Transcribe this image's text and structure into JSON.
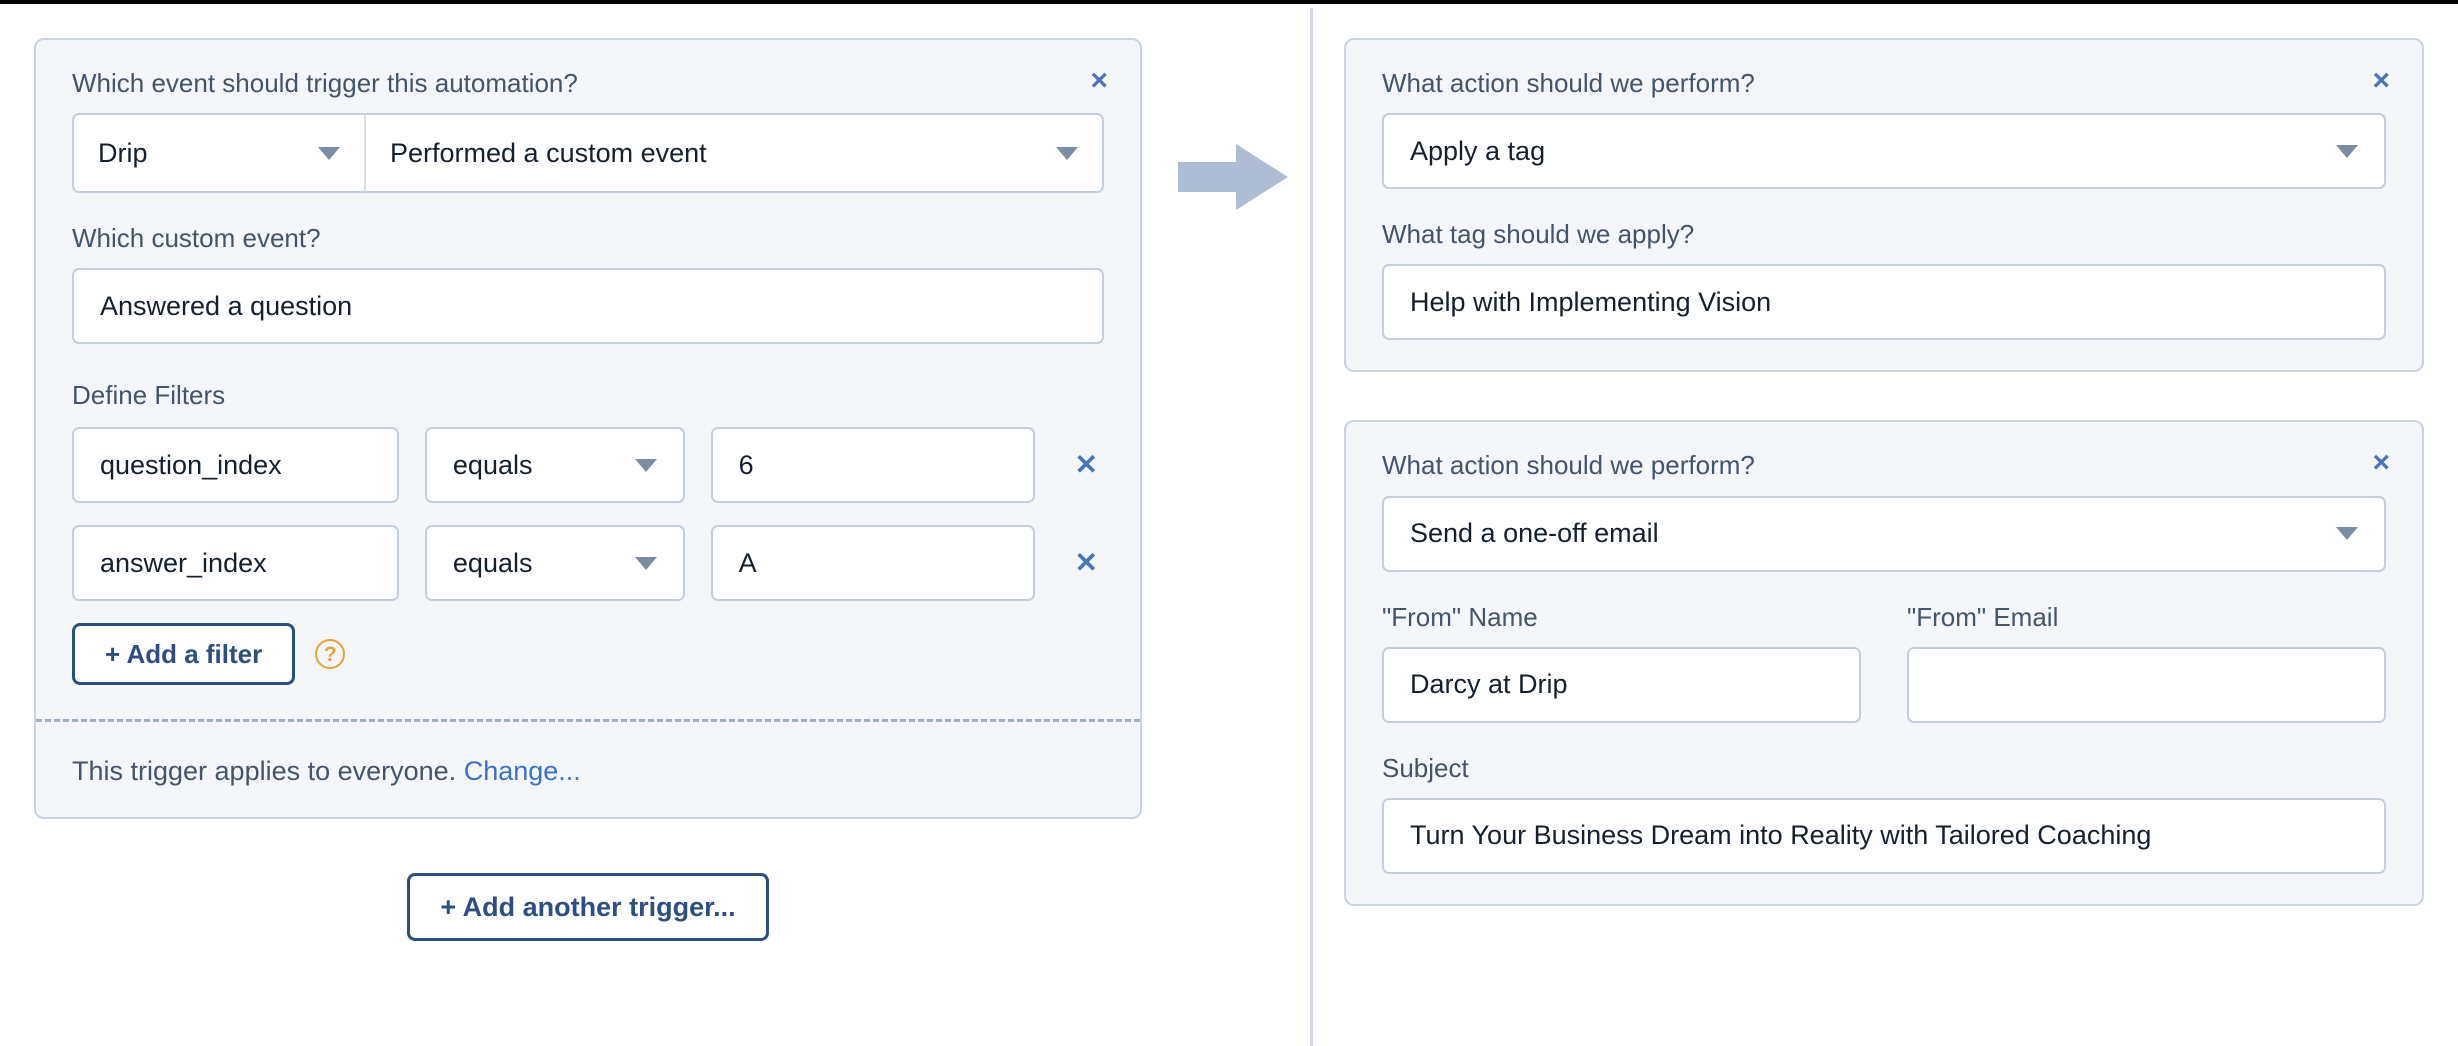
{
  "trigger": {
    "close_label": "×",
    "question": "Which event should trigger this automation?",
    "provider": "Drip",
    "event": "Performed a custom event",
    "custom_event_label": "Which custom event?",
    "custom_event_value": "Answered a question",
    "filters_label": "Define Filters",
    "filters": [
      {
        "field": "question_index",
        "operator": "equals",
        "value": "6",
        "remove_label": "✕"
      },
      {
        "field": "answer_index",
        "operator": "equals",
        "value": "A",
        "remove_label": "✕"
      }
    ],
    "add_filter_label": "+ Add a filter",
    "help_label": "?",
    "footer_text": "This trigger applies to everyone.",
    "footer_link": "Change...",
    "add_another_label": "+ Add another trigger..."
  },
  "actions": [
    {
      "close_label": "×",
      "question": "What action should we perform?",
      "action_value": "Apply a tag",
      "detail_label": "What tag should we apply?",
      "detail_value": "Help with Implementing Vision"
    },
    {
      "close_label": "×",
      "question": "What action should we perform?",
      "action_value": "Send a one-off email",
      "from_name_label": "\"From\" Name",
      "from_name_value": "Darcy at Drip",
      "from_email_label": "\"From\" Email",
      "from_email_value": "",
      "subject_label": "Subject",
      "subject_value": "Turn Your Business Dream into Reality with Tailored Coaching"
    }
  ],
  "colors": {
    "card_bg": "#f4f6fa",
    "card_border": "#c9d4e2",
    "accent_blue": "#2d4f80",
    "link_blue": "#3a72c4",
    "arrow_fill": "#aebdd3",
    "help_orange": "#e8a33d"
  }
}
